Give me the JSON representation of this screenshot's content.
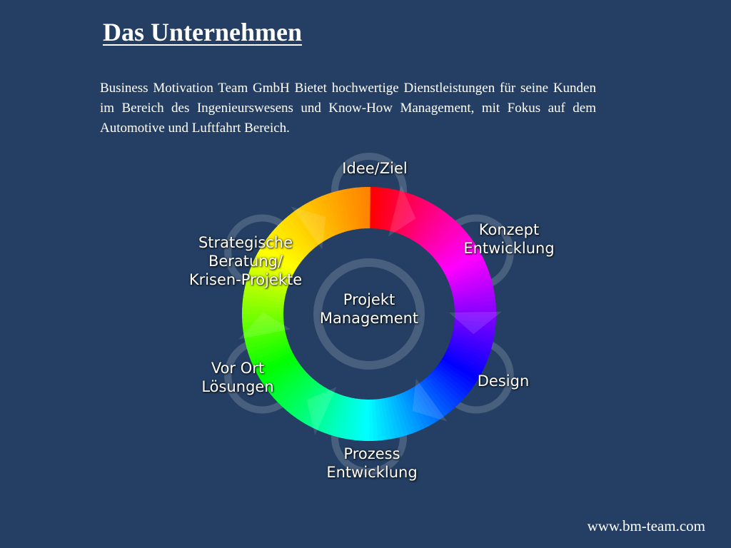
{
  "slide": {
    "title": "Das Unternehmen",
    "intro": "Business Motivation Team GmbH Bietet hochwertige Dienstleistungen für seine Kunden im Bereich des Ingenieurswesens und Know-How Management, mit Fokus auf  dem Automotive und Luftfahrt Bereich.",
    "footer": "www.bm-team.com"
  },
  "diagram": {
    "center_label": "Projekt\nManagement",
    "nodes": [
      {
        "label": "Idee/Ziel"
      },
      {
        "label": "Konzept\nEntwicklung"
      },
      {
        "label": "Design"
      },
      {
        "label": "Prozess\nEntwicklung"
      },
      {
        "label": "Vor Ort\nLösungen"
      },
      {
        "label": "Strategische\nBeratung/\nKrisen-Projekte"
      }
    ],
    "colors": {
      "background": "#243f63",
      "ring_gradient": [
        "#ff0000",
        "#ff00ff",
        "#0000ff",
        "#00ffff",
        "#00ff00",
        "#ffff00",
        "#ff8000"
      ]
    }
  }
}
